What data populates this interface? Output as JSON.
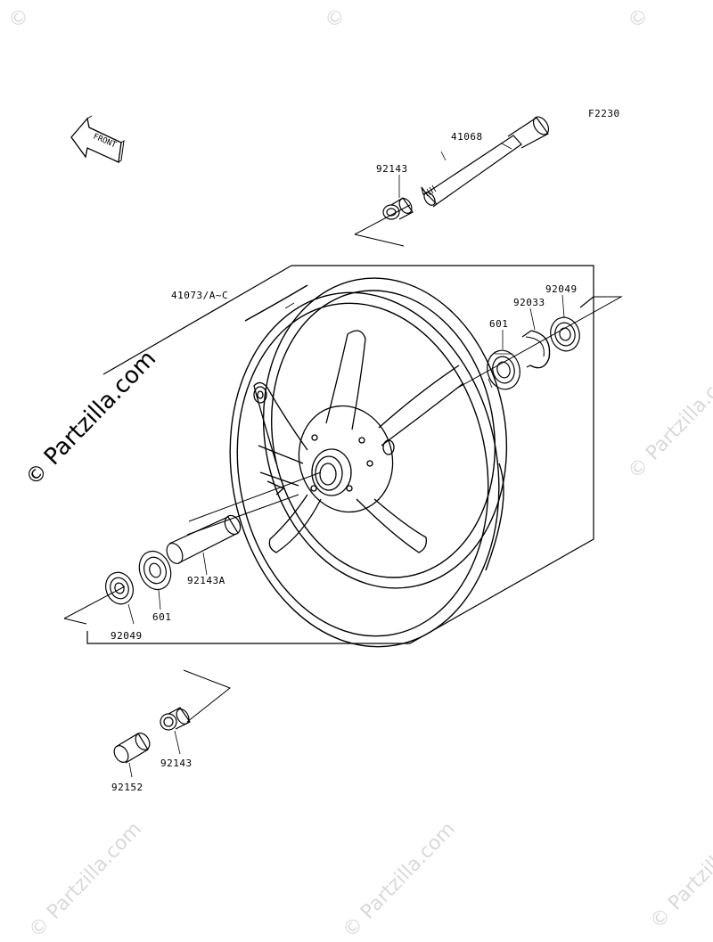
{
  "diagram": {
    "code": "F2230",
    "front_label": "FRONT",
    "watermark_main": "Partzilla.com",
    "watermark_copy": "©",
    "watermark_faint": "Partzilla.com",
    "parts": {
      "axle": "41068",
      "collar_top": "92143",
      "wheel": "41073/A~C",
      "seal_right": "92049",
      "circlip": "92033",
      "bearing_right": "601",
      "collar_inner": "92143A",
      "bearing_left": "601",
      "seal_left": "92049",
      "collar_bottom": "92143",
      "spacer_bottom": "92152"
    }
  }
}
